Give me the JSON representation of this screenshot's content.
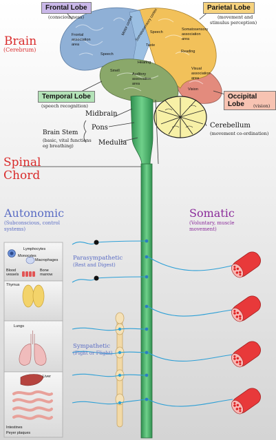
{
  "brain": {
    "title": "Brain",
    "subtitle": "(Cerebrum)",
    "lobes": {
      "frontal": {
        "name": "Frontal Lobe",
        "desc": "(consciousness)"
      },
      "parietal": {
        "name": "Parietal Lobe",
        "desc1": "(movement and",
        "desc2": "stimulus perception)"
      },
      "temporal": {
        "name": "Temporal Lobe",
        "desc": "(speech recognition)"
      },
      "occipital": {
        "name": "Occipital Lobe",
        "desc": "(vision)"
      }
    },
    "areas": {
      "frontal_assoc": [
        "Frontal",
        "association",
        "area"
      ],
      "motor_cortex": "Motor cortex",
      "somatosensory_cortex": "Somatosensory cortex",
      "speech_front": "Speech",
      "speech_mid": "Speech",
      "taste": "Taste",
      "somatosensory_assoc": [
        "Somatosensory",
        "association",
        "area"
      ],
      "reading": "Reading",
      "visual_assoc": [
        "Visual",
        "association",
        "area"
      ],
      "vision": "Vision",
      "smell": "Smell",
      "hearing": "Hearing",
      "auditory_assoc": [
        "Auditory",
        "association",
        "area"
      ]
    }
  },
  "brainstem": {
    "midbrain": "Midbrain",
    "pons": "Pons",
    "medulla": "Medulla",
    "title": "Brain Stem",
    "desc1": "(basic, vital functions",
    "desc2": "eg breathing)"
  },
  "cerebellum": {
    "name": "Cerebellum",
    "desc": "(movement co-ordination)"
  },
  "spinal": {
    "line1": "Spinal",
    "line2": "Chord"
  },
  "autonomic": {
    "title": "Autonomic",
    "desc1": "(Subconscious, control",
    "desc2": "systems)"
  },
  "somatic": {
    "title": "Somatic",
    "desc1": "(Voluntary, muscle",
    "desc2": "movement)"
  },
  "parasympathetic": {
    "name": "Parasympathetic",
    "desc": "(Rest and Digest)"
  },
  "sympathetic": {
    "name": "Sympathetic",
    "desc": "(Fight or Flight)"
  },
  "organs": {
    "immune": {
      "lymphocytes": "Lymphocytes",
      "monocytes": "Monocytes",
      "macrophages": "Macrophages",
      "blood_vessels": "Blood vessels",
      "bone_marrow": "Bone marrow"
    },
    "thymus": "Thymus",
    "lungs": "Lungs",
    "liver": "Liver",
    "intestines": "Intestines",
    "peyer": "Peyer plaques"
  },
  "colors": {
    "frontal": "#8fb0d6",
    "parietal": "#f2c15a",
    "temporal": "#8aa86a",
    "occipital": "#e38b7d",
    "spinal": "#4db06a",
    "cerebellum": "#f7f0a6",
    "muscle": "#e8393a",
    "autonomic_text": "#5a6cc4",
    "somatic_text": "#8a2a9a",
    "spinal_text": "#d92b2b"
  }
}
